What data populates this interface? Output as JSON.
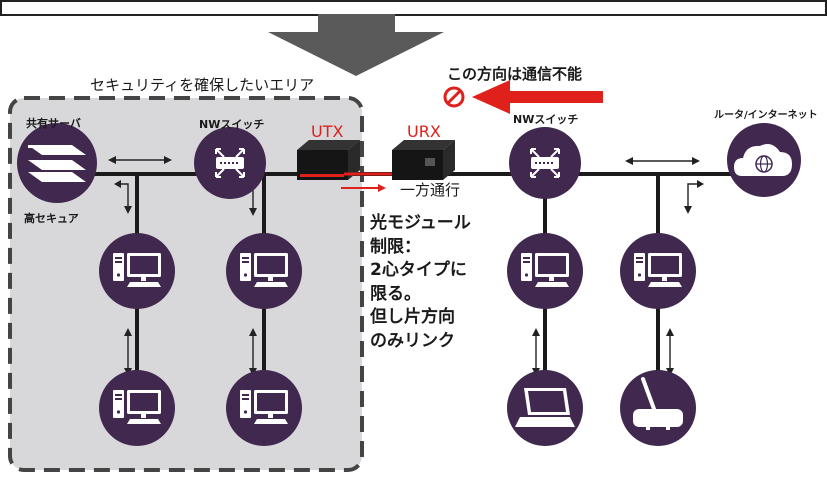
{
  "secure_area": {
    "title": "セキュリティを確保したいエリア"
  },
  "server": {
    "label": "共有サーバ",
    "sub_label": "高セキュア"
  },
  "switch_left": {
    "label": "NWスイッチ"
  },
  "switch_right": {
    "label": "NWスイッチ"
  },
  "media_converters": {
    "tx_label": "UTX",
    "rx_label": "URX",
    "oneway_label": "一方通行"
  },
  "direction_notice": {
    "text": "この方向は通信不能"
  },
  "router": {
    "label": "ルータ/インターネット"
  },
  "note": {
    "lines": [
      "光モジュール",
      "制限：",
      "2心タイプに",
      "限る。",
      "但し片方向",
      "のみリンク"
    ]
  },
  "colors": {
    "node_purple": "#40284f",
    "accent_red": "#e0201b",
    "area_fill": "#d8d8da",
    "arrow_gray": "#5a5a5a"
  },
  "icons": [
    "server-icon",
    "switch-icon",
    "pc-icon",
    "laptop-icon",
    "wifi-router-icon",
    "cloud-globe-icon",
    "media-converter-icon",
    "prohibited-icon"
  ]
}
